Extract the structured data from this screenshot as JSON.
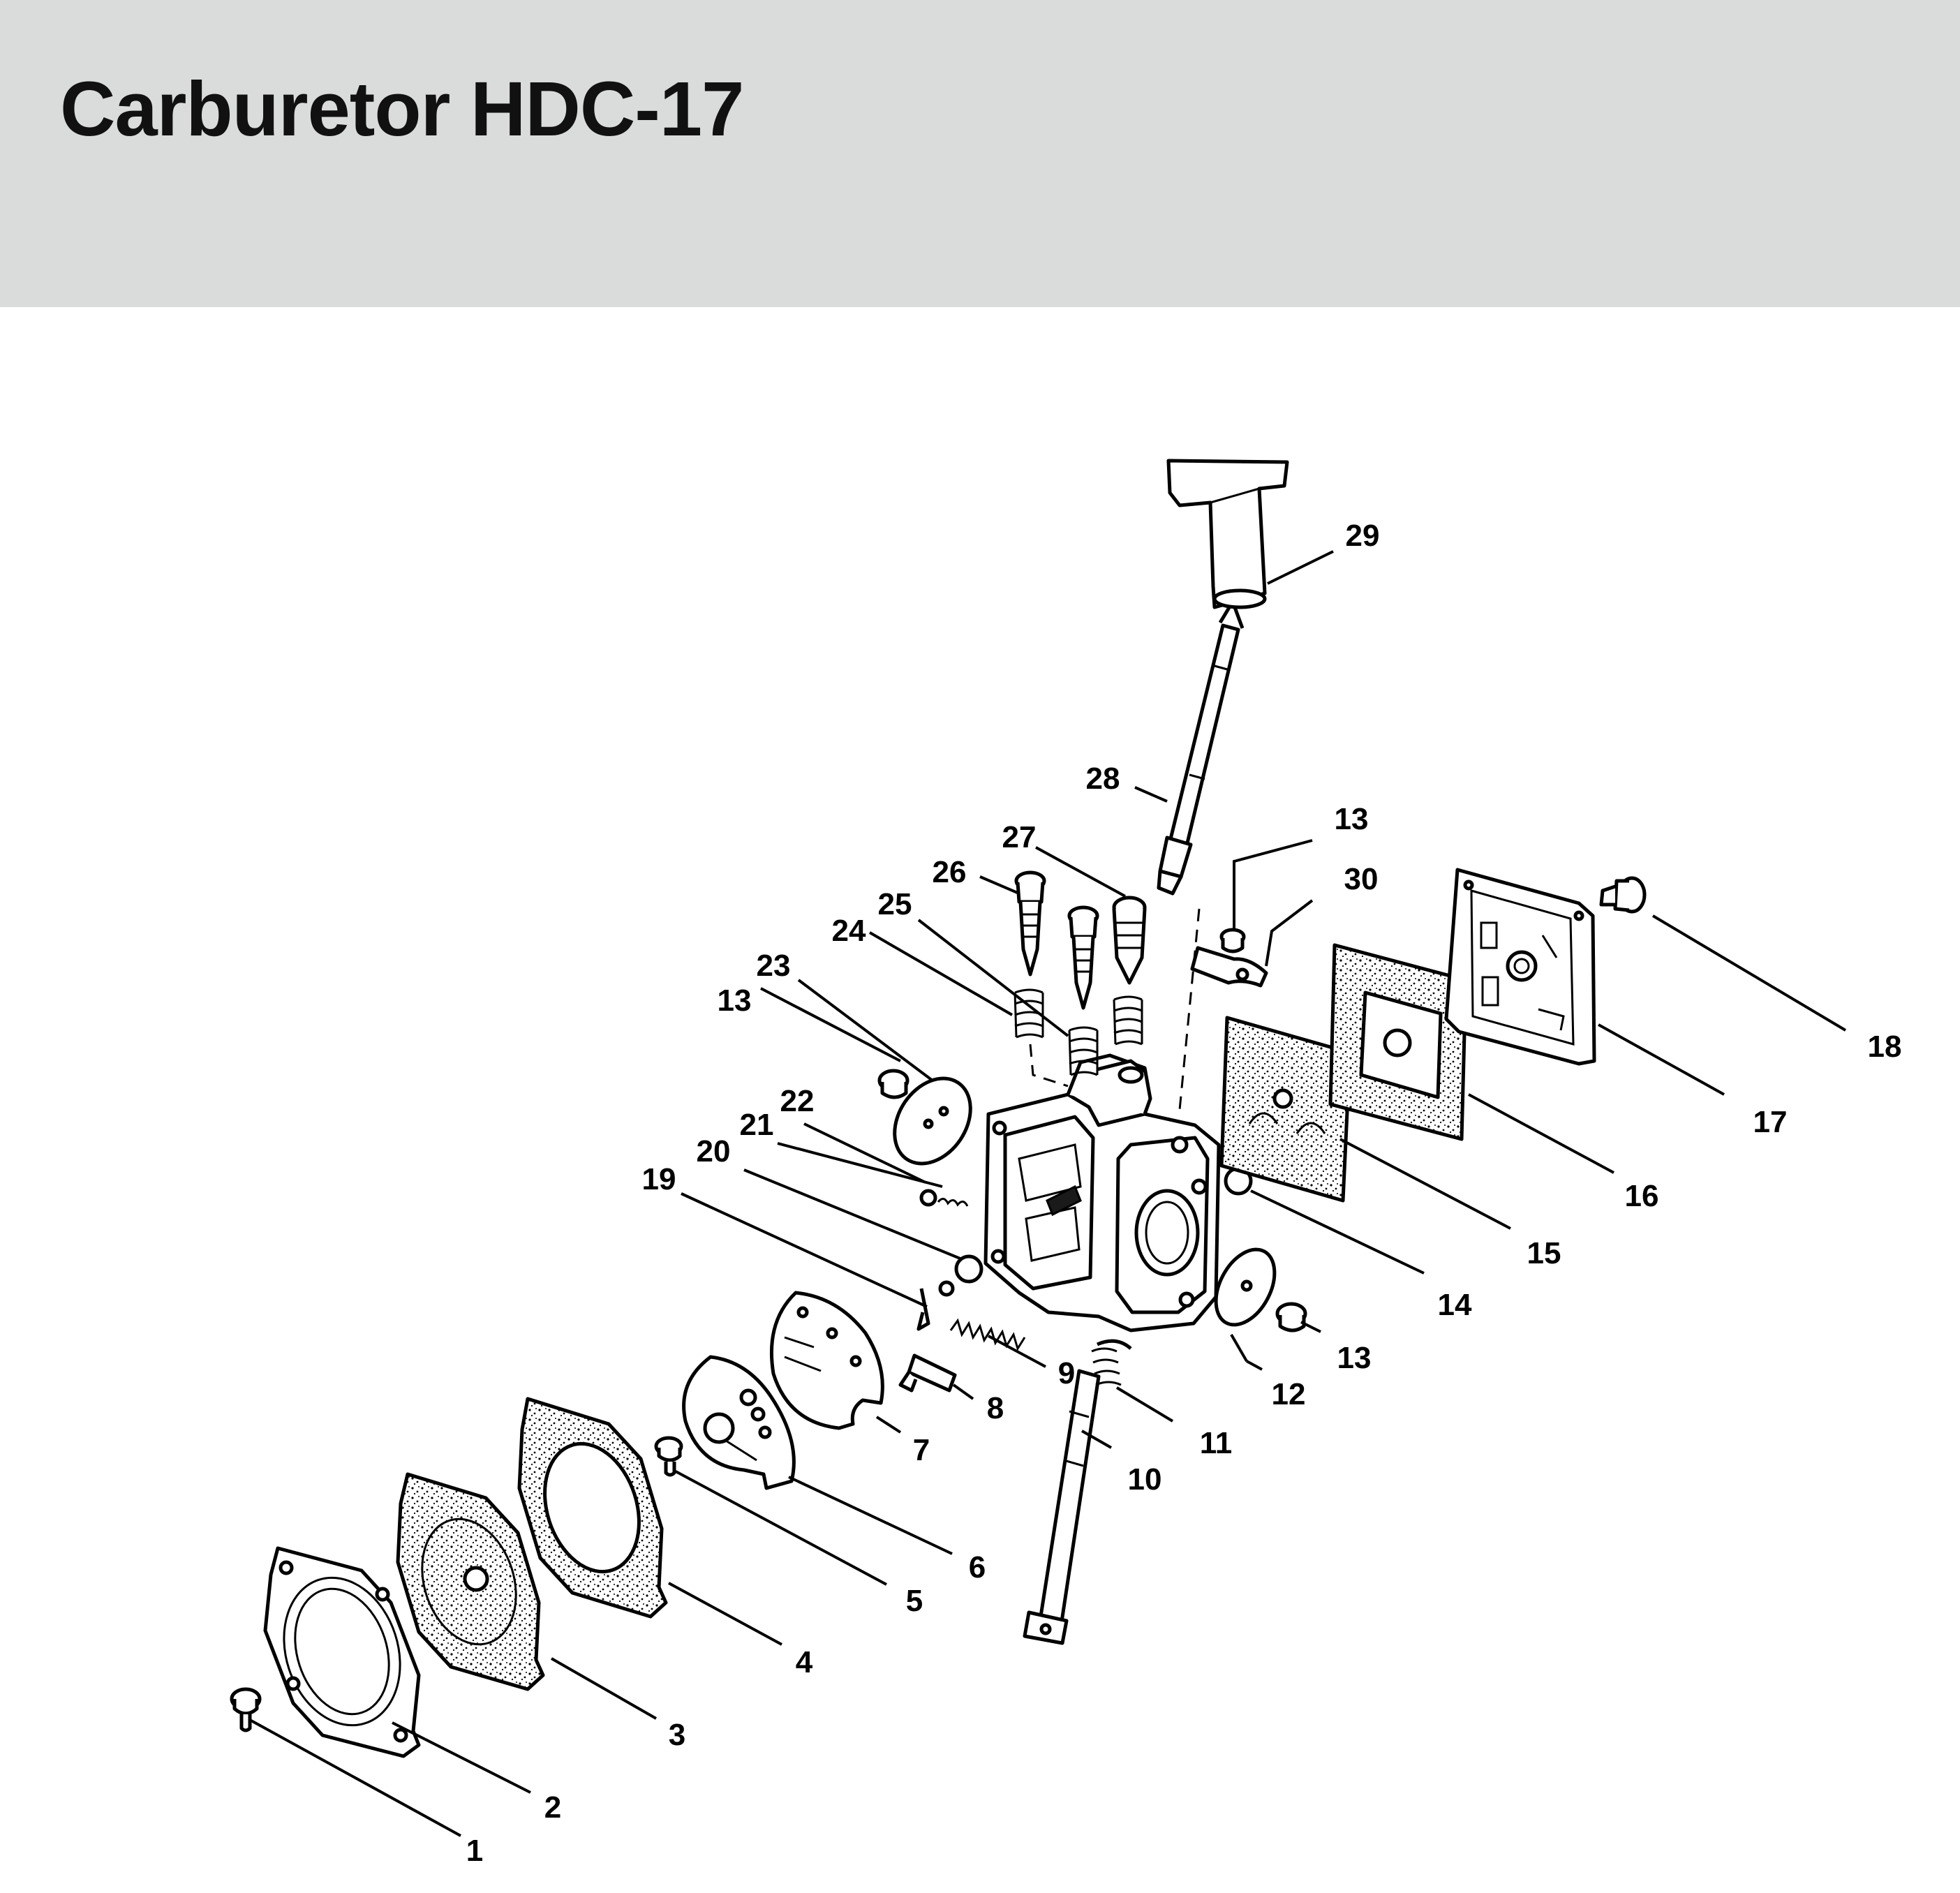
{
  "header": {
    "title": "Carburetor HDC-17"
  },
  "diagram": {
    "callouts": [
      {
        "id": "c1",
        "label": "1"
      },
      {
        "id": "c2",
        "label": "2"
      },
      {
        "id": "c3",
        "label": "3"
      },
      {
        "id": "c4",
        "label": "4"
      },
      {
        "id": "c5",
        "label": "5"
      },
      {
        "id": "c6",
        "label": "6"
      },
      {
        "id": "c7",
        "label": "7"
      },
      {
        "id": "c8",
        "label": "8"
      },
      {
        "id": "c9",
        "label": "9"
      },
      {
        "id": "c10",
        "label": "10"
      },
      {
        "id": "c11",
        "label": "11"
      },
      {
        "id": "c12",
        "label": "12"
      },
      {
        "id": "c13a",
        "label": "13"
      },
      {
        "id": "c13b",
        "label": "13"
      },
      {
        "id": "c13c",
        "label": "13"
      },
      {
        "id": "c14",
        "label": "14"
      },
      {
        "id": "c15",
        "label": "15"
      },
      {
        "id": "c16",
        "label": "16"
      },
      {
        "id": "c17",
        "label": "17"
      },
      {
        "id": "c18",
        "label": "18"
      },
      {
        "id": "c19",
        "label": "19"
      },
      {
        "id": "c20",
        "label": "20"
      },
      {
        "id": "c21",
        "label": "21"
      },
      {
        "id": "c22",
        "label": "22"
      },
      {
        "id": "c23",
        "label": "23"
      },
      {
        "id": "c24",
        "label": "24"
      },
      {
        "id": "c25",
        "label": "25"
      },
      {
        "id": "c26",
        "label": "26"
      },
      {
        "id": "c27",
        "label": "27"
      },
      {
        "id": "c28",
        "label": "28"
      },
      {
        "id": "c29",
        "label": "29"
      },
      {
        "id": "c30",
        "label": "30"
      }
    ]
  }
}
